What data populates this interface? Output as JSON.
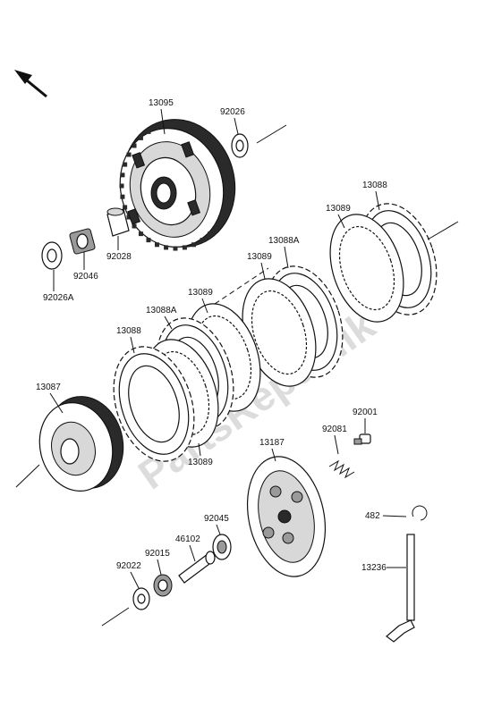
{
  "watermark": "PartsRepublik",
  "parts": [
    {
      "id": "p13095",
      "label": "13095"
    },
    {
      "id": "p92026",
      "label": "92026"
    },
    {
      "id": "p13088a",
      "label": "13088"
    },
    {
      "id": "p13089a",
      "label": "13089"
    },
    {
      "id": "p13088Aa",
      "label": "13088A"
    },
    {
      "id": "p13089b",
      "label": "13089"
    },
    {
      "id": "p13089c",
      "label": "13089"
    },
    {
      "id": "p13088Ab",
      "label": "13088A"
    },
    {
      "id": "p13088b",
      "label": "13088"
    },
    {
      "id": "p13087",
      "label": "13087"
    },
    {
      "id": "p13089d",
      "label": "13089"
    },
    {
      "id": "p92028",
      "label": "92028"
    },
    {
      "id": "p92046",
      "label": "92046"
    },
    {
      "id": "p92026A",
      "label": "92026A"
    },
    {
      "id": "p92001",
      "label": "92001"
    },
    {
      "id": "p92081",
      "label": "92081"
    },
    {
      "id": "p13187",
      "label": "13187"
    },
    {
      "id": "p92045",
      "label": "92045"
    },
    {
      "id": "p46102",
      "label": "46102"
    },
    {
      "id": "p92015",
      "label": "92015"
    },
    {
      "id": "p92022",
      "label": "92022"
    },
    {
      "id": "p482",
      "label": "482"
    },
    {
      "id": "p13236",
      "label": "13236"
    }
  ]
}
